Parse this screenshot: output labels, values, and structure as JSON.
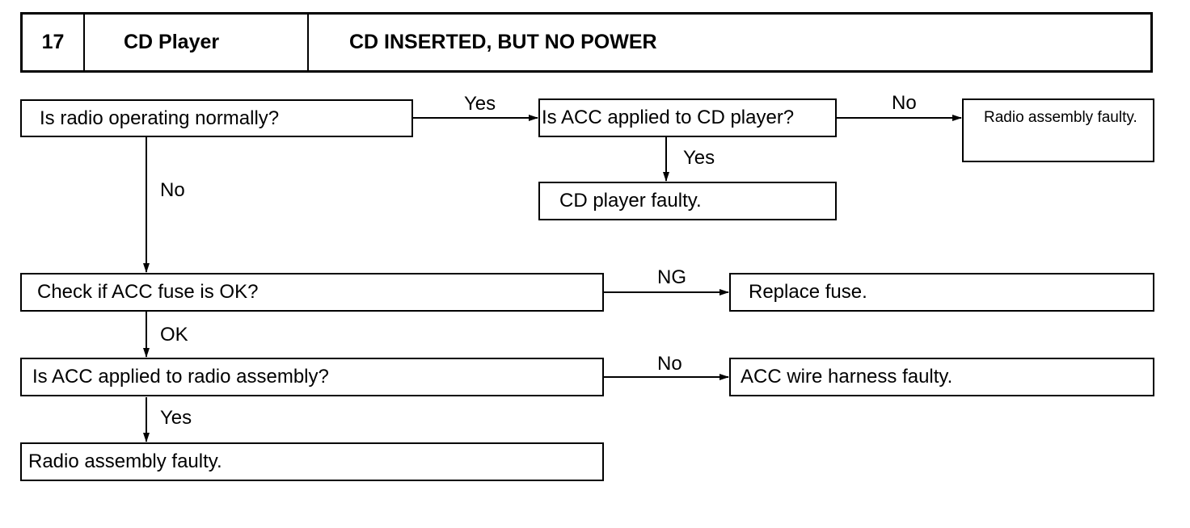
{
  "header": {
    "number": "17",
    "system": "CD Player",
    "title": "CD INSERTED, BUT NO POWER"
  },
  "nodes": {
    "radio_operating": "Is radio operating normally?",
    "acc_cd_player": "Is ACC applied to CD player?",
    "radio_faulty_top": "Radio assembly faulty.",
    "cd_player_faulty": "CD player faulty.",
    "acc_fuse": "Check if ACC fuse is OK?",
    "replace_fuse": "Replace fuse.",
    "acc_radio": "Is ACC applied to radio assembly?",
    "harness_faulty": "ACC wire harness faulty.",
    "radio_faulty_bottom": "Radio assembly faulty."
  },
  "edges": {
    "radio_yes": "Yes",
    "radio_no": "No",
    "acc_cd_no": "No",
    "acc_cd_yes": "Yes",
    "fuse_ng": "NG",
    "fuse_ok": "OK",
    "acc_radio_no": "No",
    "acc_radio_yes": "Yes"
  }
}
